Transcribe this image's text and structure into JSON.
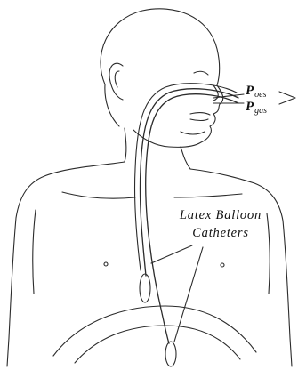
{
  "labels": {
    "p_oes": {
      "symbol": "P",
      "subscript": "oes"
    },
    "p_gas": {
      "symbol": "P",
      "subscript": "gas"
    },
    "catheter_line1": "Latex Balloon",
    "catheter_line2": "Catheters"
  },
  "colors": {
    "line": "#2b2b2b",
    "background": "#ffffff"
  }
}
